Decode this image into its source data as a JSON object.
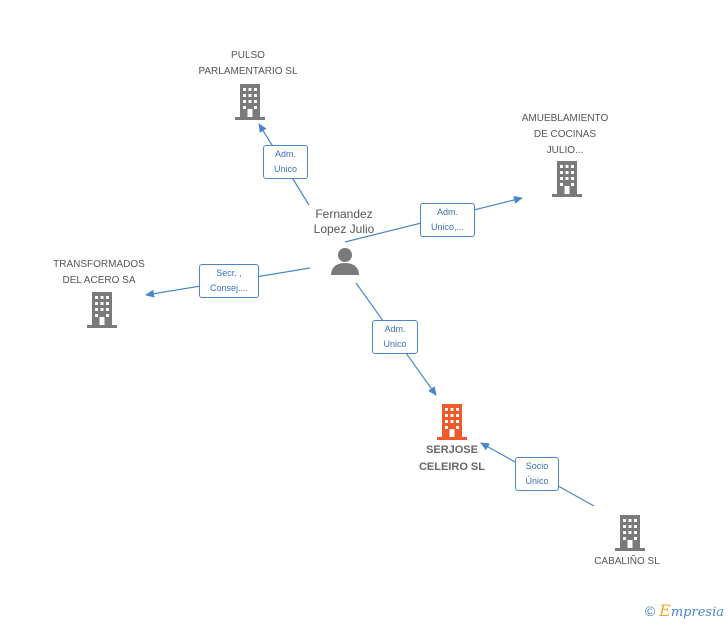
{
  "colors": {
    "edge": "#4a86c8",
    "building_default": "#7a7a7a",
    "building_main": "#f05a28",
    "person": "#7a7a7a"
  },
  "person": {
    "name": "Fernandez\nLopez Julio",
    "icon": "person-icon"
  },
  "companies": {
    "pulso": {
      "name": "PULSO\nPARLAMENTARIO SL",
      "icon": "building-icon"
    },
    "amueblamiento": {
      "name": "AMUEBLAMIENTO\nDE COCINAS\nJULIO...",
      "icon": "building-icon"
    },
    "transformados": {
      "name": "TRANSFORMADOS\nDEL ACERO SA",
      "icon": "building-icon"
    },
    "serjose": {
      "name": "SERJOSE\nCELEIRO SL",
      "icon": "building-icon",
      "highlight": true
    },
    "cabalino": {
      "name": "CABALIÑO SL",
      "icon": "building-icon"
    }
  },
  "relations": {
    "to_pulso": "Adm.\nUnico",
    "to_amueblamiento": "Adm.\nUnico,...",
    "to_transformados": "Secr. ,\nConsej....",
    "to_serjose": "Adm.\nUnico",
    "cabalino_to_serjose": "Socio\nÚnico"
  },
  "footer": {
    "copyright": "©",
    "brand_initial": "E",
    "brand_rest": "mpresia"
  }
}
